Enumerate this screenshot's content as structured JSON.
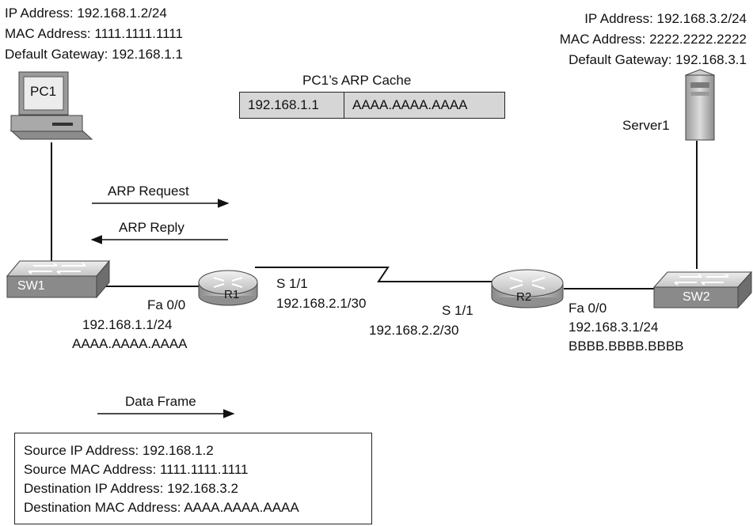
{
  "pc1": {
    "label": "PC1",
    "ip": "IP Address: 192.168.1.2/24",
    "mac": "MAC Address: 1111.1111.1111",
    "gateway": "Default Gateway: 192.168.1.1"
  },
  "server1": {
    "label": "Server1",
    "ip": "IP Address: 192.168.3.2/24",
    "mac": "MAC Address: 2222.2222.2222",
    "gateway": "Default Gateway: 192.168.3.1"
  },
  "arp_cache": {
    "title": "PC1’s ARP Cache",
    "ip": "192.168.1.1",
    "mac": "AAAA.AAAA.AAAA"
  },
  "messages": {
    "arp_request": "ARP Request",
    "arp_reply": "ARP Reply",
    "data_frame": "Data Frame"
  },
  "sw1": {
    "label": "SW1"
  },
  "sw2": {
    "label": "SW2"
  },
  "r1": {
    "label": "R1",
    "fa_if": "Fa 0/0",
    "fa_ip": "192.168.1.1/24",
    "fa_mac": "AAAA.AAAA.AAAA",
    "s_if": "S 1/1",
    "s_ip": "192.168.2.1/30"
  },
  "r2": {
    "label": "R2",
    "s_if": "S 1/1",
    "s_ip": "192.168.2.2/30",
    "fa_if": "Fa 0/0",
    "fa_ip": "192.168.3.1/24",
    "fa_mac": "BBBB.BBBB.BBBB"
  },
  "frame": {
    "src_ip": "Source IP Address: 192.168.1.2",
    "src_mac": "Source MAC Address: 1111.1111.1111",
    "dst_ip": "Destination IP Address: 192.168.3.2",
    "dst_mac": "Destination MAC Address: AAAA.AAAA.AAAA"
  }
}
